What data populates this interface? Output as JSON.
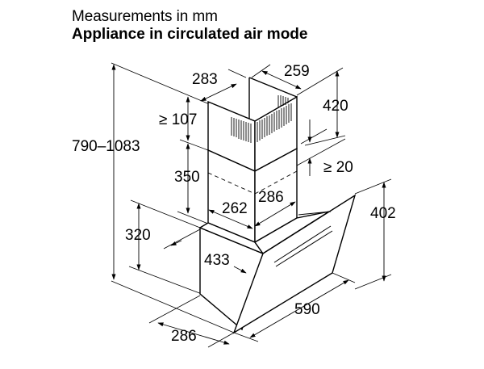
{
  "header": {
    "subtitle": "Measurements in mm",
    "title": "Appliance in circulated air mode"
  },
  "diagram": {
    "subject": "Angled wall-mounted cooker hood with telescopic chimney",
    "dimensions": {
      "total_height": "790–1083",
      "upper_chimney_depth": "283",
      "upper_chimney_width": "259",
      "upper_chimney_height": "420",
      "ceiling_gap": "≥ 107",
      "lower_chimney_height": "350",
      "chimney_overlap": "≥ 20",
      "lower_chimney_depth": "262",
      "lower_chimney_width": "286",
      "canopy_height": "320",
      "glass_height": "402",
      "canopy_depth_top": "433",
      "canopy_width": "590",
      "canopy_depth_bottom": "286"
    }
  }
}
